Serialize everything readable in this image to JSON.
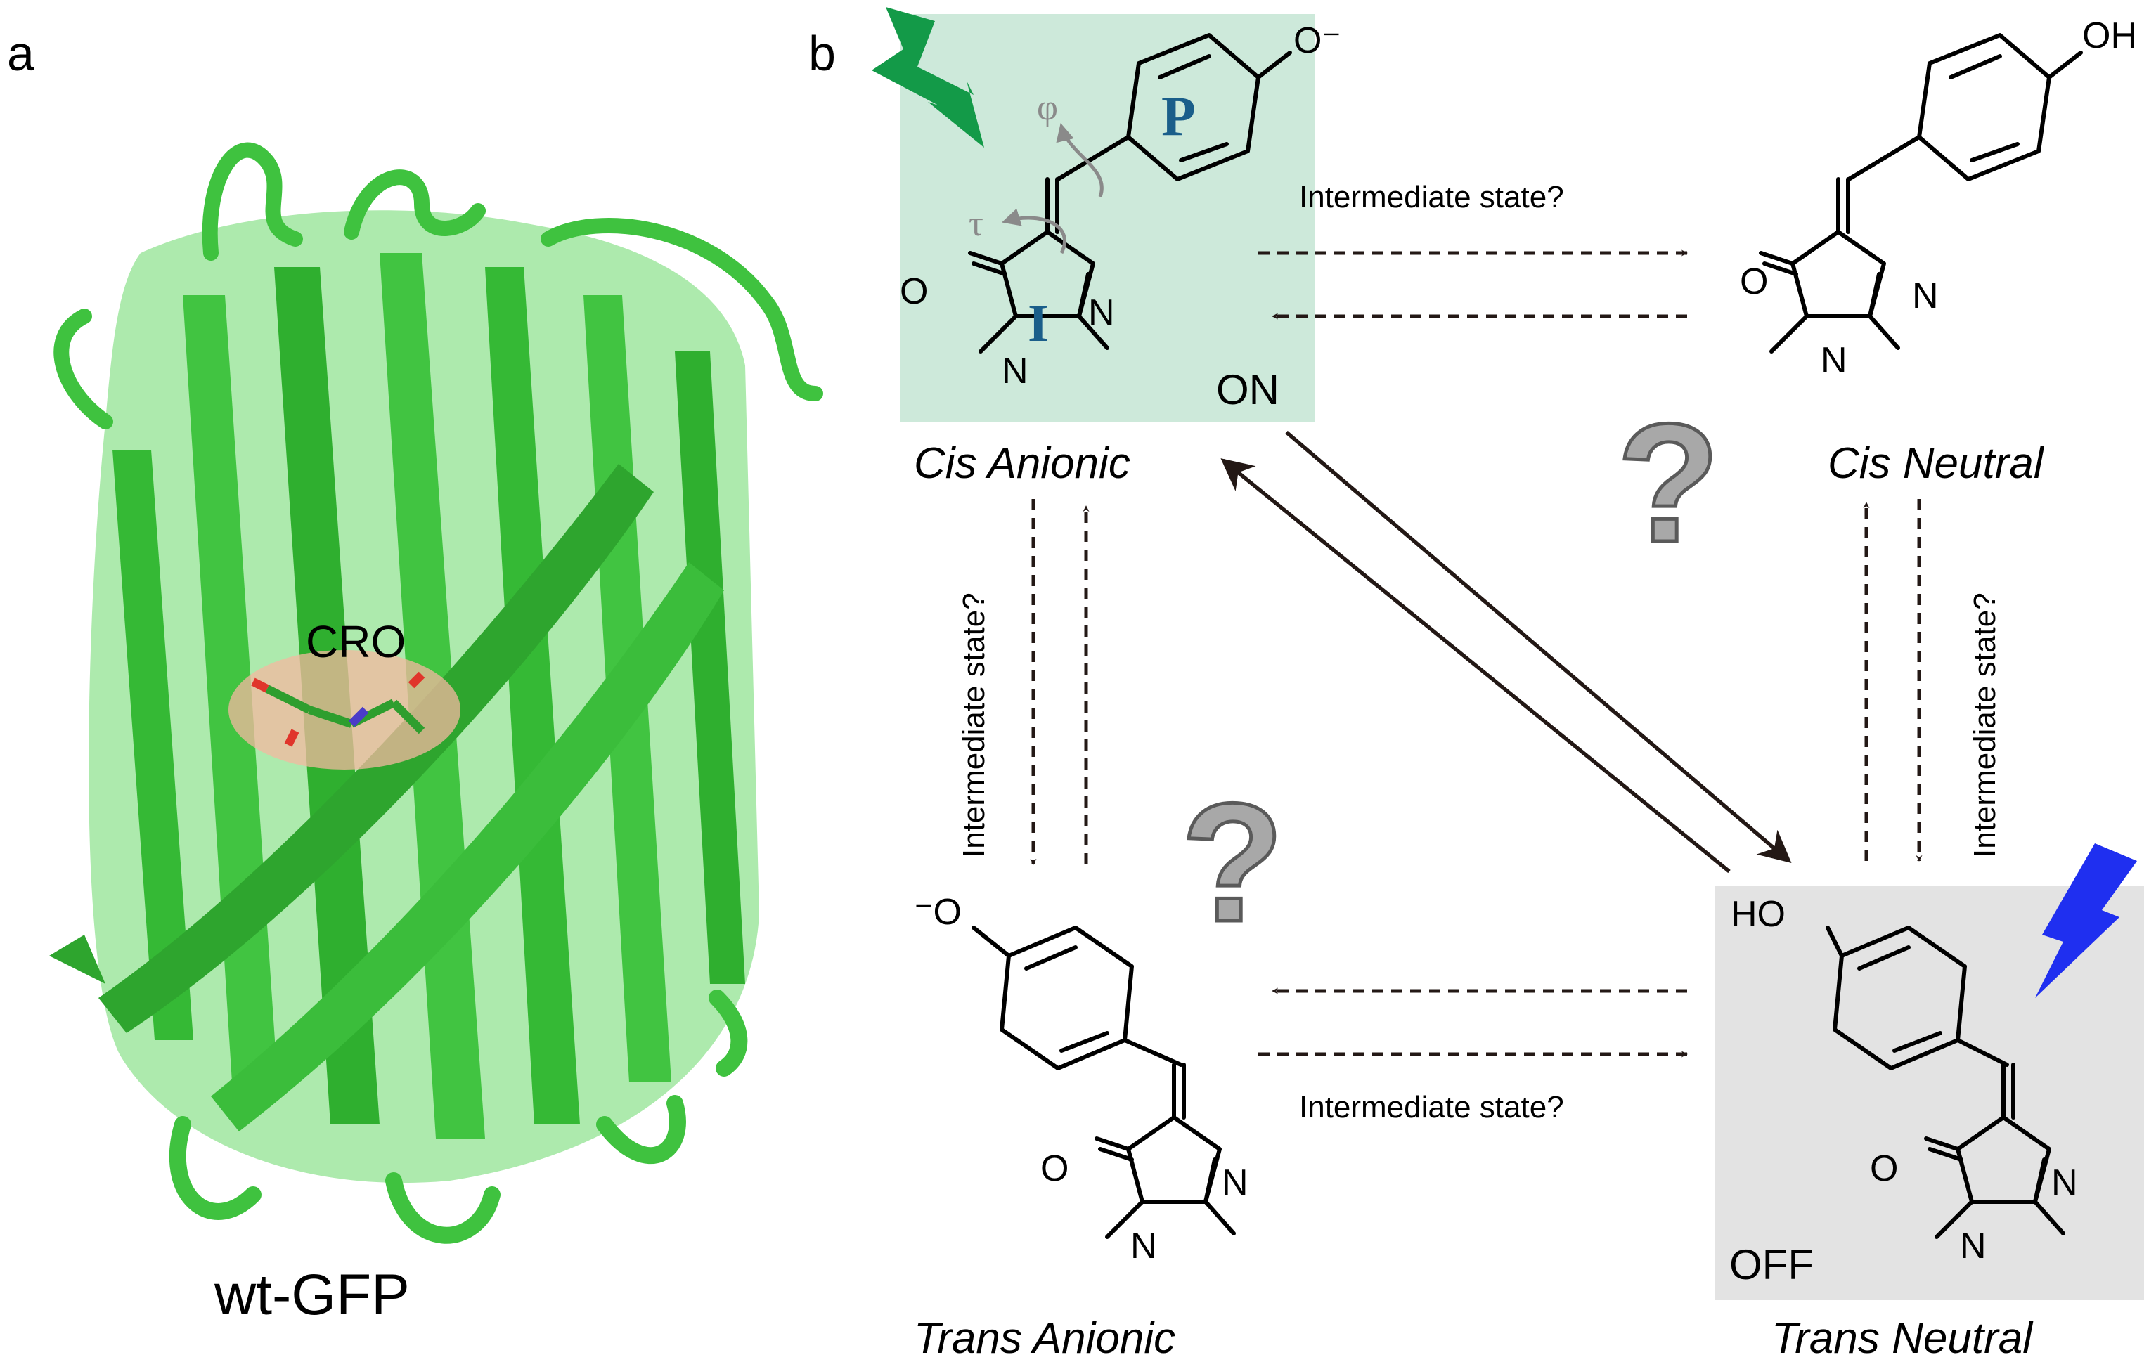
{
  "panels": {
    "a": {
      "letter": "a",
      "caption": "wt-GFP",
      "chromophore_label": "CRO"
    },
    "b": {
      "letter": "b",
      "states": {
        "cis_anionic": {
          "name": "Cis Anionic",
          "badge": "ON",
          "substituent": "O⁻"
        },
        "cis_neutral": {
          "name": "Cis Neutral",
          "substituent": "OH"
        },
        "trans_anionic": {
          "name": "Trans Anionic",
          "substituent": "⁻O"
        },
        "trans_neutral": {
          "name": "Trans Neutral",
          "badge": "OFF",
          "substituent": "HO"
        }
      },
      "ring_labels": {
        "phenol": "P",
        "imidazolinone": "I"
      },
      "torsions": {
        "phi": "φ",
        "tau": "τ"
      },
      "atoms": {
        "oxygen": "O",
        "nitrogen": "N"
      },
      "transition_labels": {
        "top": "Intermediate state?",
        "bottom": "Intermediate state?",
        "left": "Intermediate state?",
        "right": "Intermediate state?"
      },
      "question_mark": "?"
    }
  },
  "colors": {
    "protein_green": "#3fc23f",
    "on_box": "#cde9da",
    "off_box": "#e3e3e3",
    "ring_label_blue": "#1a5e8a",
    "green_bolt": "#139a48",
    "blue_bolt": "#1f2ff0",
    "arrow": "#231815",
    "torsion_gray": "#8a8a8a"
  }
}
